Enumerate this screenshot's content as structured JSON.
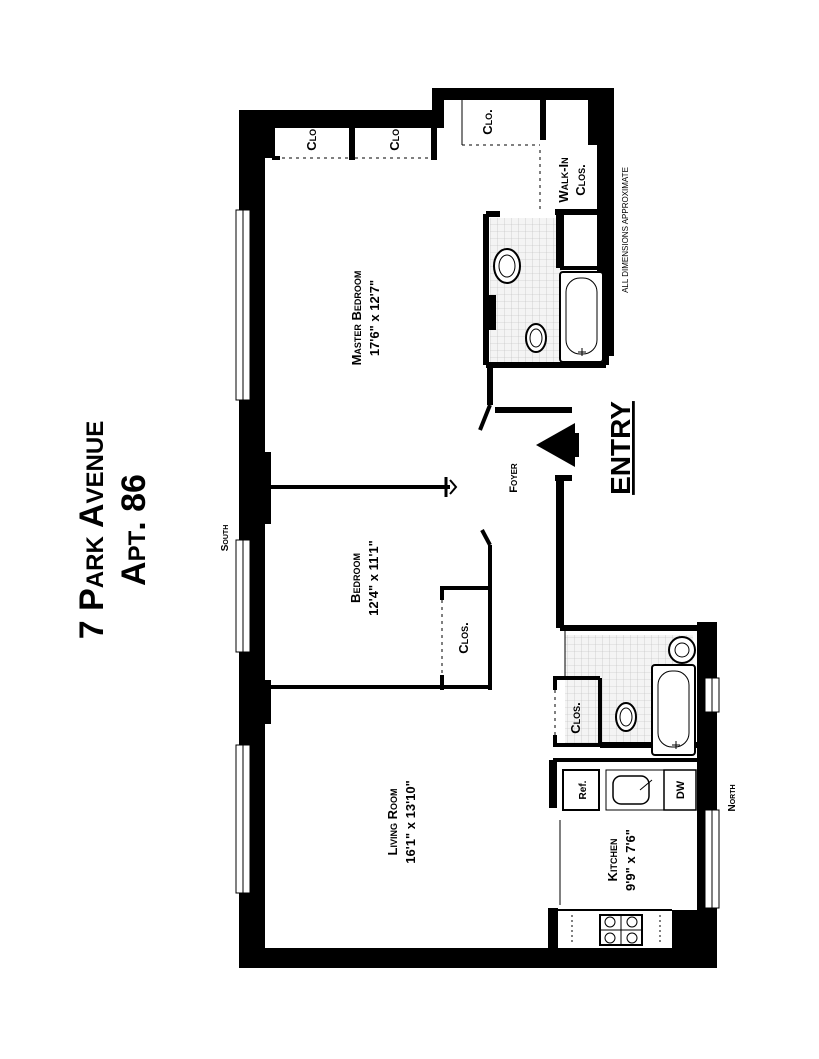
{
  "title": {
    "line1": "7 Park Avenue",
    "line2": "Apt. 86"
  },
  "compass": {
    "south": "South",
    "north": "North"
  },
  "note": "All dimensions approximate",
  "entry_label": "ENTRY",
  "rooms": {
    "master_bedroom": {
      "name": "Master Bedroom",
      "dims": "17'6\" x 12'7\""
    },
    "bedroom": {
      "name": "Bedroom",
      "dims": "12'4\" x 11'1\""
    },
    "living_room": {
      "name": "Living Room",
      "dims": "16'1\" x 13'10\""
    },
    "kitchen": {
      "name": "Kitchen",
      "dims": "9'9\" x 7'6\""
    },
    "foyer": {
      "name": "Foyer"
    }
  },
  "closets": {
    "clo_1": "Clo.",
    "clo_2": "Clo.",
    "clo_3": "Clo.",
    "walk_in_line1": "Walk-In",
    "walk_in_line2": "Clos.",
    "bedroom_clos": "Clos.",
    "hall_clos": "Clos."
  },
  "appliances": {
    "refrigerator": "Ref.",
    "dishwasher": "DW"
  }
}
